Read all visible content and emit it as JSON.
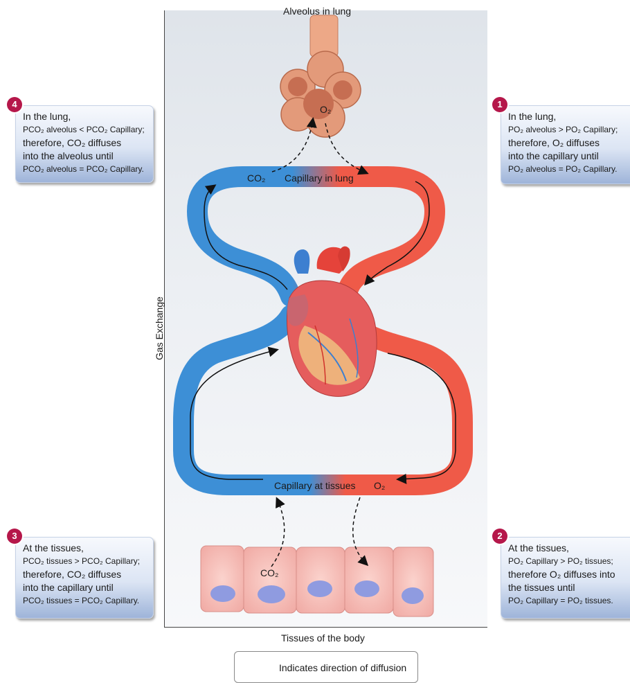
{
  "labels": {
    "alveolus": "Alveolus in lung",
    "capillary_lung": "Capillary in lung",
    "capillary_tissues": "Capillary at tissues",
    "tissues": "Tissues of the body",
    "gas_exchange": "Gas Exchange",
    "co2_lung": "CO₂",
    "o2_alveolus": "O₂",
    "o2_tissues": "O₂",
    "co2_tissues": "CO₂"
  },
  "notes": {
    "n4": {
      "num": "4",
      "l1": "In the lung,",
      "l2": "PCO₂ alveolus < PCO₂ Capillary;",
      "l3": "therefore, CO₂ diffuses",
      "l4": "into the alveolus until",
      "l5": "PCO₂ alveolus = PCO₂ Capillary."
    },
    "n1": {
      "num": "1",
      "l1": "In the lung,",
      "l2": "PO₂ alveolus > PO₂ Capillary;",
      "l3": "therefore, O₂ diffuses",
      "l4": "into the capillary until",
      "l5": "PO₂ alveolus = PO₂ Capillary."
    },
    "n3": {
      "num": "3",
      "l1": "At the tissues,",
      "l2": "PCO₂ tissues > PCO₂ Capillary;",
      "l3": "therefore, CO₂ diffuses",
      "l4": "into the capillary until",
      "l5": "PCO₂ tissues = PCO₂ Capillary."
    },
    "n2": {
      "num": "2",
      "l1": "At the tissues,",
      "l2": "PO₂ Capillary > PO₂ tissues;",
      "l3": "therefore O₂ diffuses into",
      "l4": "the tissues until",
      "l5": "PO₂ Capillary = PO₂ tissues."
    }
  },
  "legend": {
    "text": "Indicates direction of diffusion"
  },
  "colors": {
    "blood_deoxygenated": "#3d8fd6",
    "blood_oxygenated": "#ef5a48",
    "badge": "#b5174a"
  }
}
